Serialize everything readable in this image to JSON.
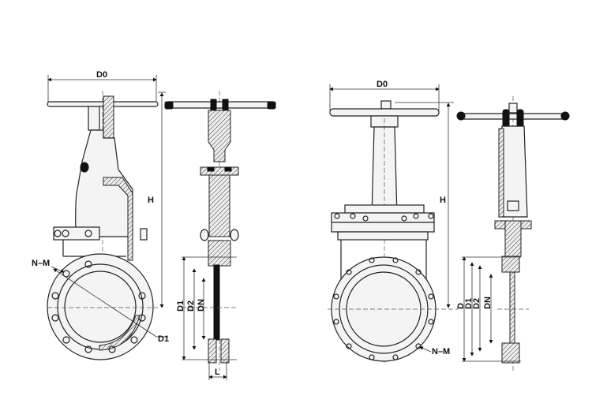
{
  "left_valve": {
    "front_view": {
      "d0": "D0",
      "h": "H",
      "n_m": "N–M",
      "d1": "D1"
    },
    "side_view": {
      "d1": "D1",
      "d2": "D2",
      "dn": "DN",
      "l": "L"
    }
  },
  "right_valve": {
    "front_view": {
      "d0": "D0",
      "h": "H",
      "n_m": "N–M"
    },
    "side_view": {
      "d": "D",
      "d1": "D1",
      "d2": "D2",
      "dn": "DN"
    }
  }
}
